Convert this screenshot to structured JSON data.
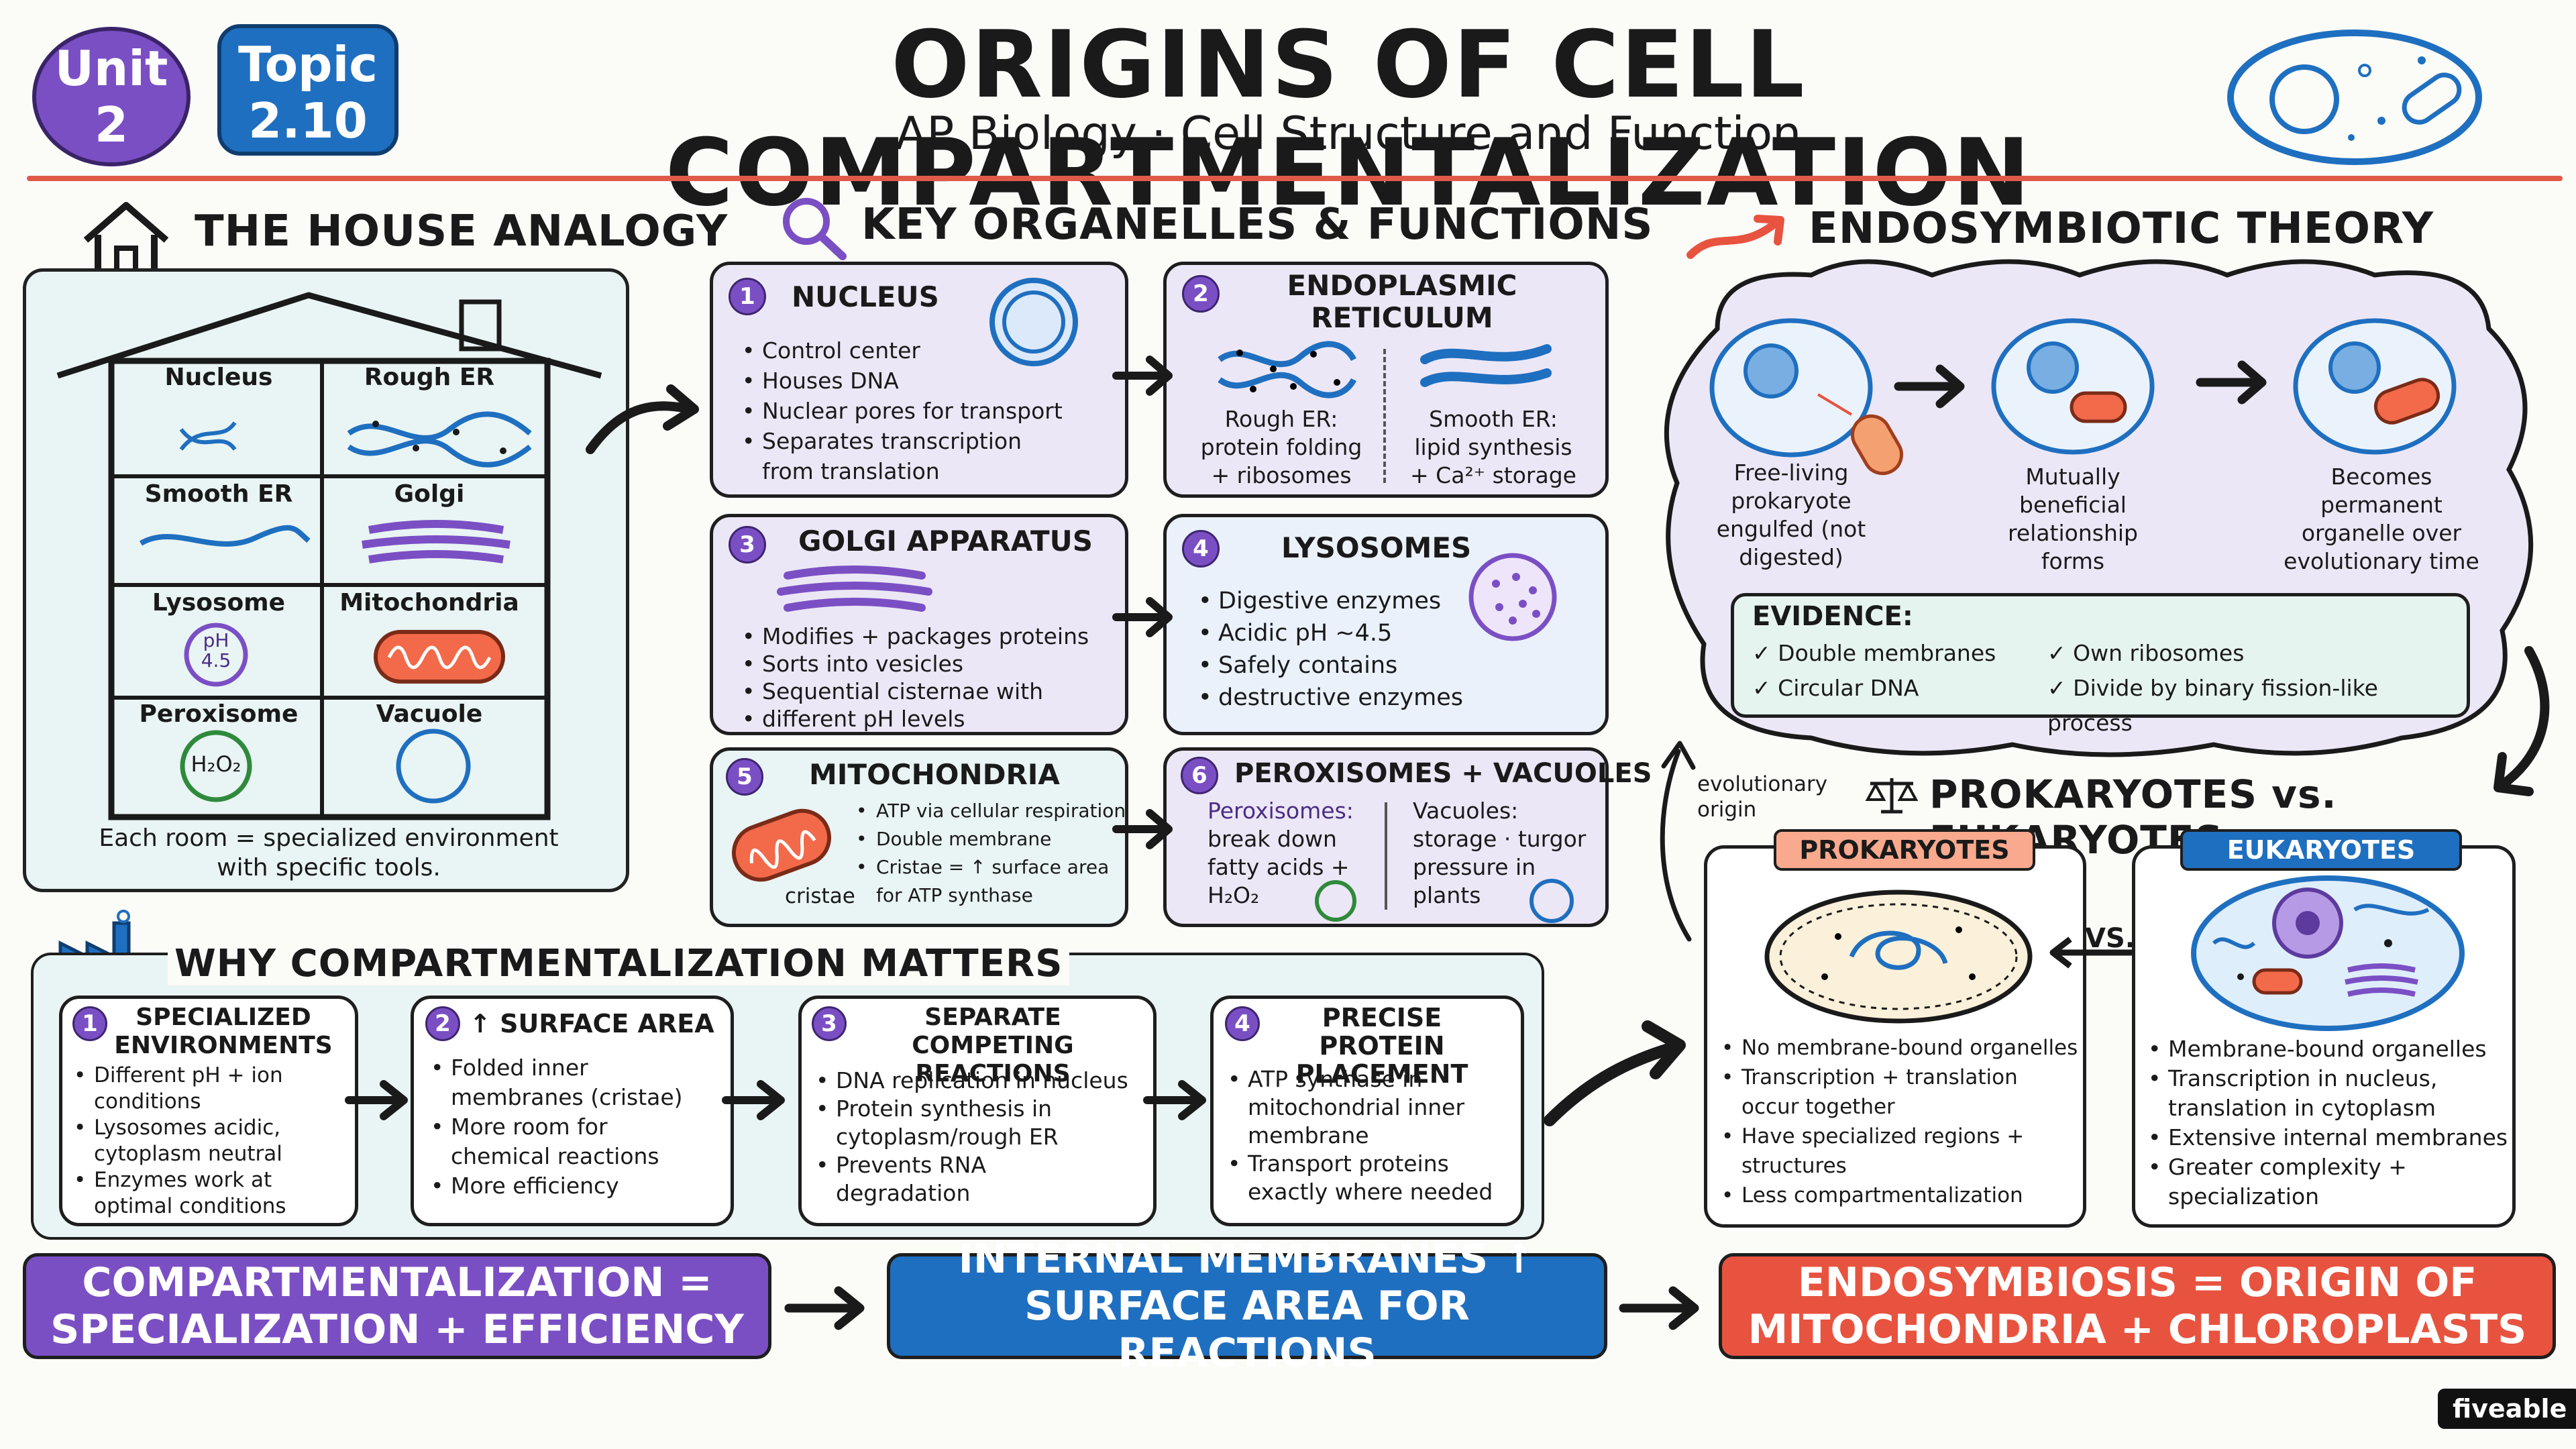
{
  "header": {
    "unit_label": "Unit",
    "unit_num": "2",
    "topic_label": "Topic",
    "topic_num": "2.10",
    "title": "ORIGINS OF CELL COMPARTMENTALIZATION",
    "subtitle": "AP Biology · Cell Structure and Function"
  },
  "house": {
    "title": "THE HOUSE ANALOGY",
    "rooms": [
      "Nucleus",
      "Rough ER",
      "Smooth ER",
      "Golgi",
      "Lysosome",
      "Mitochondria",
      "Peroxisome",
      "Vacuole"
    ],
    "lysosome_ph": "pH",
    "lysosome_ph_val": "4.5",
    "peroxisome_chem": "H₂O₂",
    "caption_1": "Each room = specialized environment",
    "caption_2": "with specific tools."
  },
  "organelles": {
    "title": "KEY ORGANELLES & FUNCTIONS",
    "nucleus": {
      "num": "1",
      "name": "NUCLEUS",
      "items": [
        "Control center",
        "Houses DNA",
        "Nuclear pores for transport",
        "Separates transcription",
        "from translation"
      ]
    },
    "er": {
      "num": "2",
      "name_1": "ENDOPLASMIC",
      "name_2": "RETICULUM",
      "rough": [
        "Rough ER:",
        "protein folding",
        "+ ribosomes"
      ],
      "smooth": [
        "Smooth ER:",
        "lipid synthesis",
        "+ Ca²⁺ storage"
      ]
    },
    "golgi": {
      "num": "3",
      "name": "GOLGI APPARATUS",
      "items": [
        "Modifies + packages proteins",
        "Sorts into vesicles",
        "Sequential cisternae with",
        "different pH levels"
      ]
    },
    "lysosomes": {
      "num": "4",
      "name": "LYSOSOMES",
      "items": [
        "Digestive enzymes",
        "Acidic pH ~4.5",
        "Safely contains",
        "destructive enzymes"
      ]
    },
    "mito": {
      "num": "5",
      "name": "MITOCHONDRIA",
      "items": [
        "ATP via cellular respiration",
        "Double membrane",
        "Cristae = ↑ surface area",
        "for ATP synthase"
      ],
      "label": "cristae"
    },
    "perox": {
      "num": "6",
      "name": "PEROXISOMES + VACUOLES",
      "left": [
        "Peroxisomes:",
        "break down",
        "fatty acids +",
        "H₂O₂"
      ],
      "right": [
        "Vacuoles:",
        "storage · turgor",
        "pressure in",
        "plants"
      ]
    }
  },
  "endo": {
    "title": "ENDOSYMBIOTIC THEORY",
    "step1": [
      "Free-living",
      "prokaryote",
      "engulfed (not",
      "digested)"
    ],
    "step2": [
      "Mutually",
      "beneficial",
      "relationship",
      "forms"
    ],
    "step3": [
      "Becomes",
      "permanent",
      "organelle over",
      "evolutionary time"
    ],
    "evidence_title": "EVIDENCE:",
    "evidence": [
      "Double membranes",
      "Own ribosomes",
      "Circular DNA",
      "Divide by binary fission-like process"
    ],
    "check": "✓"
  },
  "compare": {
    "title": "PROKARYOTES vs. EUKARYOTES",
    "evo_1": "evolutionary",
    "evo_2": "origin",
    "vs": "VS.",
    "pro_label": "PROKARYOTES",
    "pro_items": [
      "No membrane-bound organelles",
      "Transcription + translation",
      "occur together",
      "Have specialized regions +",
      "structures",
      "Less compartmentalization"
    ],
    "eu_label": "EUKARYOTES",
    "eu_items": [
      "Membrane-bound organelles",
      "Transcription in nucleus,",
      "translation in cytoplasm",
      "Extensive internal membranes",
      "Greater complexity +",
      "specialization"
    ]
  },
  "why": {
    "title": "WHY COMPARTMENTALIZATION MATTERS",
    "c1": {
      "num": "1",
      "h1": "SPECIALIZED",
      "h2": "ENVIRONMENTS",
      "items": [
        "Different pH + ion",
        "conditions",
        "Lysosomes acidic,",
        "cytoplasm neutral",
        "Enzymes work at",
        "optimal conditions"
      ]
    },
    "c2": {
      "num": "2",
      "h1": "↑ SURFACE AREA",
      "items": [
        "Folded inner",
        "membranes (cristae)",
        "More room for",
        "chemical reactions",
        "More efficiency"
      ]
    },
    "c3": {
      "num": "3",
      "h1": "SEPARATE COMPETING",
      "h2": "REACTIONS",
      "items": [
        "DNA replication in nucleus",
        "Protein synthesis in",
        "cytoplasm/rough ER",
        "Prevents RNA",
        "degradation"
      ]
    },
    "c4": {
      "num": "4",
      "h1": "PRECISE PROTEIN",
      "h2": "PLACEMENT",
      "items": [
        "ATP synthase in",
        "mitochondrial inner",
        "membrane",
        "Transport proteins",
        "exactly where needed"
      ]
    }
  },
  "banners": {
    "b1_1": "COMPARTMENTALIZATION =",
    "b1_2": "SPECIALIZATION + EFFICIENCY",
    "b2_1": "INTERNAL MEMBRANES ↑",
    "b2_2": "SURFACE AREA FOR REACTIONS",
    "b3_1": "ENDOSYMBIOSIS = ORIGIN OF",
    "b3_2": "MITOCHONDRIA + CHLOROPLASTS"
  },
  "brand": "fiveable",
  "colors": {
    "purple": "#7b4fc4",
    "blue": "#1f6fc0",
    "red": "#e8533f",
    "teal": "#e9f4f4"
  }
}
